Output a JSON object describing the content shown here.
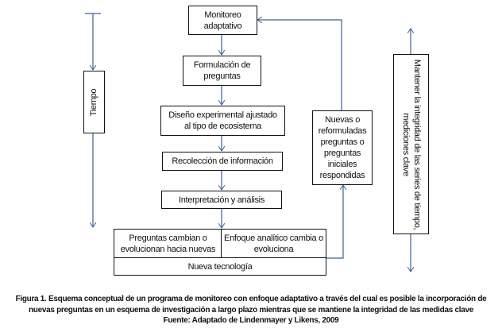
{
  "time_axis": {
    "label": "Tiempo"
  },
  "flow": {
    "monitoreo": "Monitoreo adaptativo",
    "formulacion": "Formulación de preguntas",
    "diseno": "Diseño experimental ajustado al tipo de ecosistema",
    "recoleccion": "Recolección de información",
    "interpretacion": "Interpretación y análisis",
    "preguntas_cambian": "Preguntas cambian o evolucionan hacia nuevas",
    "enfoque": "Enfoque analítico cambia o evoluciona",
    "tecnologia": "Nueva tecnología"
  },
  "feedback": {
    "label": "Nuevas o reformuladas preguntas o preguntas iniciales respondidas"
  },
  "integrity": {
    "label": "Mantener la integridad de las series de tiempo, mediciones clave"
  },
  "caption": {
    "line1": "Figura 1. Esquema conceptual de un programa de monitoreo con enfoque adaptativo a través del cual es posible la incorporación de",
    "line2": "nuevas preguntas en un esquema de investigación a largo plazo mientras que se mantiene la integridad de las medidas clave",
    "line3": "Fuente: Adaptado de Lindenmayer y Likens, 2009"
  },
  "colors": {
    "arrow": "#3a5f9e",
    "border": "#111111"
  }
}
